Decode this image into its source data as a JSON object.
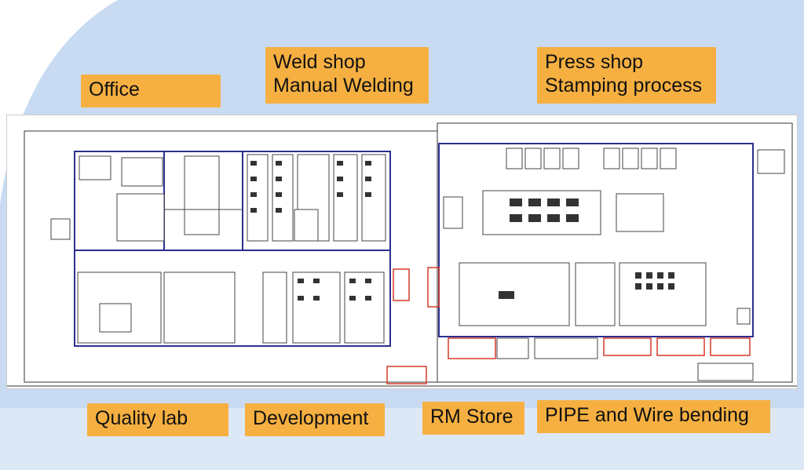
{
  "labels": {
    "office": "Office",
    "weld_shop_line1": "Weld shop",
    "weld_shop_line2": "Manual Welding",
    "press_shop_line1": "Press shop",
    "press_shop_line2": "Stamping process",
    "quality_lab": "Quality lab",
    "development": "Development",
    "rm_store": "RM Store",
    "pipe_wire_bending": "PIPE and Wire bending"
  },
  "colors": {
    "label_fill": "#f6b041",
    "background_arc": "#c9dbf3",
    "background_light": "#eaf1fb",
    "wall_blue": "#2b2f8f",
    "red_racks": "#d63a2a",
    "line": "#333333"
  }
}
